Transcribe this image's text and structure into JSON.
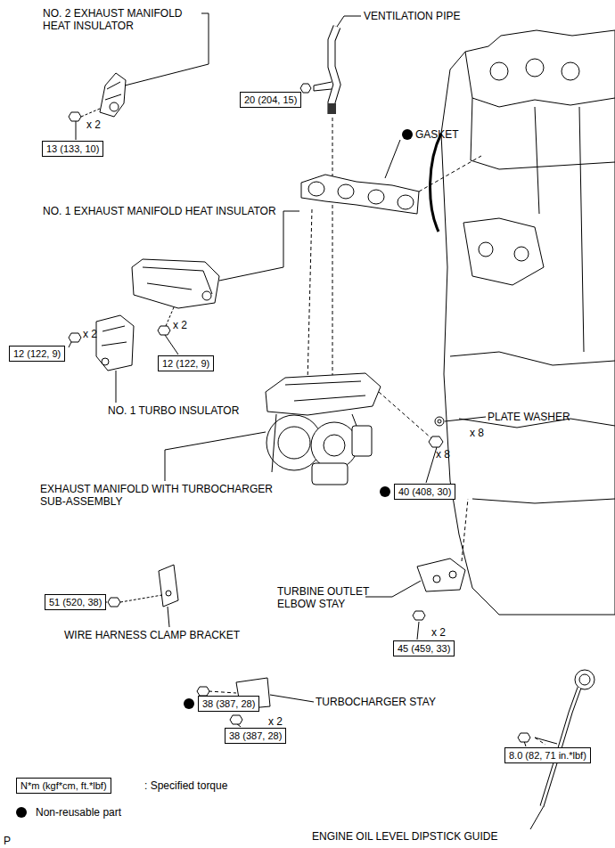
{
  "diagram": {
    "nodes": [
      {
        "text": [
          "20 (204, 15)"
        ]
      },
      {
        "text": [
          "13 (133, 10)"
        ]
      },
      {
        "text": [
          "12 (122, 9)"
        ]
      },
      {
        "text": [
          "12 (122, 9)"
        ]
      },
      {
        "text": [
          "40 (408, 30)"
        ]
      },
      {
        "text": [
          "51 (520, 38)"
        ]
      },
      {
        "text": [
          "45 (459, 33)"
        ]
      },
      {
        "text": [
          "38 (387, 28)"
        ]
      },
      {
        "text": [
          "38 (387, 28)"
        ]
      },
      {
        "text": [
          "8.0 (82, 71 in.*lbf)"
        ]
      },
      {
        "text": [
          "N*m (kgf*cm, ft.*lbf)"
        ]
      }
    ],
    "labels": [
      "NO. 2 EXHAUST MANIFOLD HEAT INSULATOR",
      "VENTILATION PIPE",
      "GASKET",
      "x 2",
      "NO. 1 EXHAUST MANIFOLD HEAT INSULATOR",
      "x 2",
      "x 2",
      "NO. 1 TURBO INSULATOR",
      "PLATE WASHER",
      "x 8",
      "x 8",
      "EXHAUST MANIFOLD WITH TURBOCHARGER SUB-ASSEMBLY",
      "TURBINE OUTLET ELBOW STAY",
      "WIRE HARNESS CLAMP BRACKET",
      "x 2",
      "TURBOCHARGER STAY",
      "x 2",
      ": Specified torque",
      "ENGINE OIL LEVEL DIPSTICK GUIDE",
      "P"
    ],
    "legend": [
      {
        "text": "Non-reusable part"
      }
    ]
  }
}
